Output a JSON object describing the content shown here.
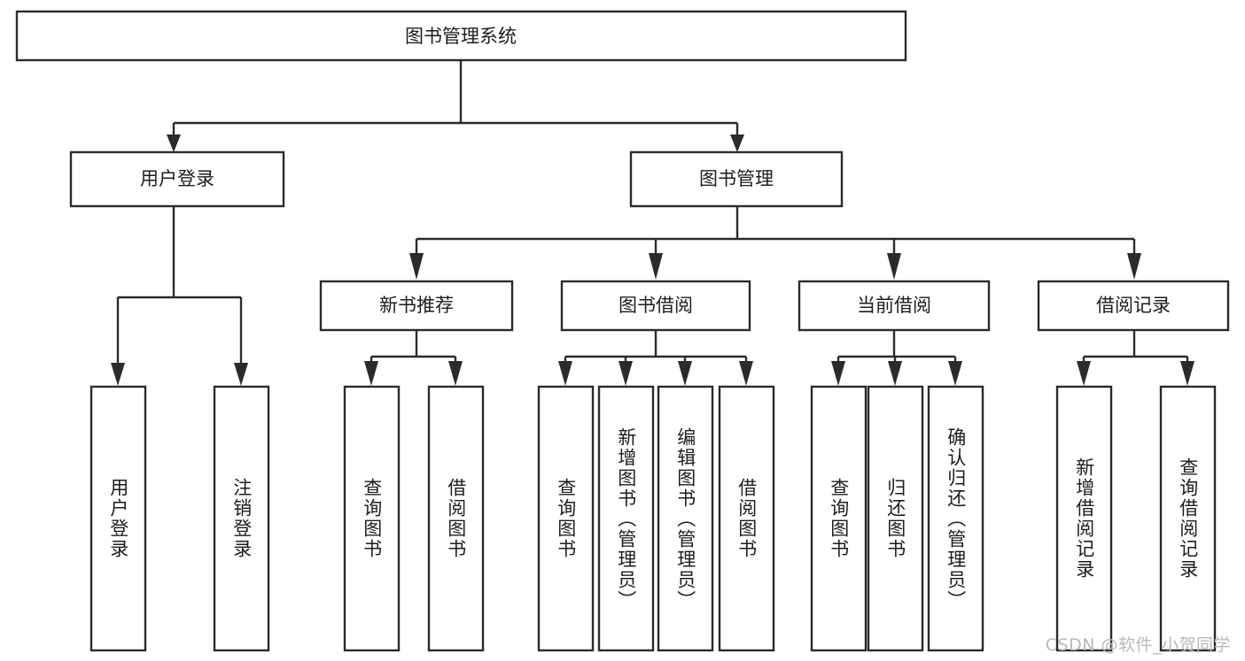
{
  "diagram": {
    "title": "图书管理系统",
    "type": "tree",
    "background_color": "#ffffff",
    "line_color": "#2b2b2b",
    "text_color": "#1d1d1d",
    "root": {
      "id": "root",
      "label": "图书管理系统",
      "orientation": "horizontal"
    },
    "level2": [
      {
        "id": "user-login",
        "label": "用户登录",
        "orientation": "horizontal"
      },
      {
        "id": "book-manage",
        "label": "图书管理",
        "orientation": "horizontal"
      }
    ],
    "level3": [
      {
        "id": "new-book-recommend",
        "label": "新书推荐",
        "orientation": "horizontal",
        "parent": "book-manage"
      },
      {
        "id": "book-borrow",
        "label": "图书借阅",
        "orientation": "horizontal",
        "parent": "book-manage"
      },
      {
        "id": "current-borrow",
        "label": "当前借阅",
        "orientation": "horizontal",
        "parent": "book-manage"
      },
      {
        "id": "borrow-record",
        "label": "借阅记录",
        "orientation": "horizontal",
        "parent": "book-manage"
      }
    ],
    "leaves": [
      {
        "id": "leaf-user-login",
        "label": "用户登录",
        "orientation": "vertical",
        "parent": "user-login"
      },
      {
        "id": "leaf-user-logout",
        "label": "注销登录",
        "orientation": "vertical",
        "parent": "user-login"
      },
      {
        "id": "leaf-query-book-1",
        "label": "查询图书",
        "orientation": "vertical",
        "parent": "new-book-recommend"
      },
      {
        "id": "leaf-borrow-book-1",
        "label": "借阅图书",
        "orientation": "vertical",
        "parent": "new-book-recommend"
      },
      {
        "id": "leaf-query-book-2",
        "label": "查询图书",
        "orientation": "vertical",
        "parent": "book-borrow"
      },
      {
        "id": "leaf-add-book",
        "label": "新增图书（管理员）",
        "orientation": "vertical",
        "parent": "book-borrow"
      },
      {
        "id": "leaf-edit-book",
        "label": "编辑图书（管理员）",
        "orientation": "vertical",
        "parent": "book-borrow"
      },
      {
        "id": "leaf-borrow-book-2",
        "label": "借阅图书",
        "orientation": "vertical",
        "parent": "book-borrow"
      },
      {
        "id": "leaf-query-book-3",
        "label": "查询图书",
        "orientation": "vertical",
        "parent": "current-borrow"
      },
      {
        "id": "leaf-return-book",
        "label": "归还图书",
        "orientation": "vertical",
        "parent": "current-borrow"
      },
      {
        "id": "leaf-confirm-return",
        "label": "确认归还（管理员）",
        "orientation": "vertical",
        "parent": "current-borrow"
      },
      {
        "id": "leaf-add-record",
        "label": "新增借阅记录",
        "orientation": "vertical",
        "parent": "borrow-record"
      },
      {
        "id": "leaf-query-record",
        "label": "查询借阅记录",
        "orientation": "vertical",
        "parent": "borrow-record"
      }
    ]
  },
  "watermark": {
    "text": "CSDN @软件_小贺同学"
  }
}
